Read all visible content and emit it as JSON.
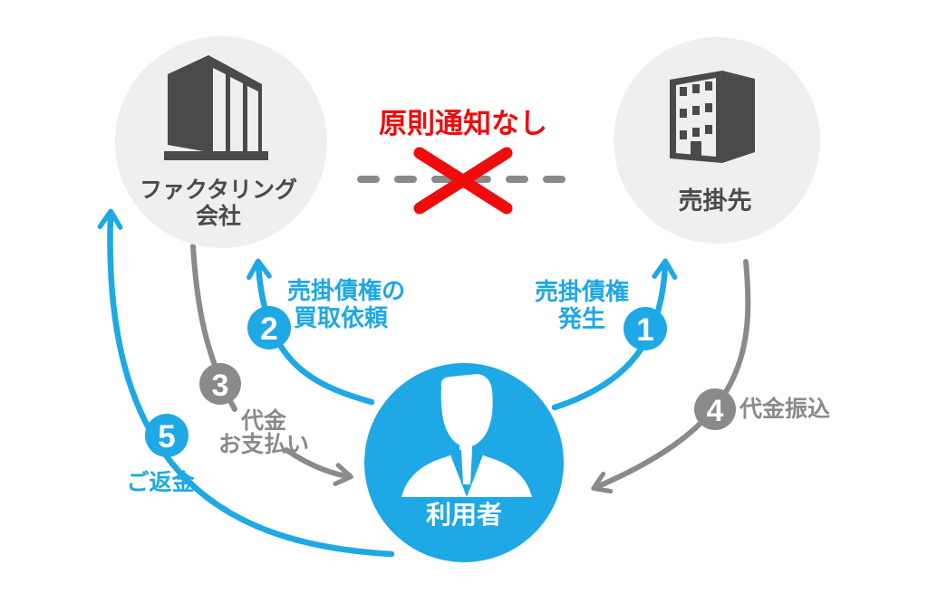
{
  "diagram": {
    "title_meaning": "factoring-flow-diagram",
    "notice": {
      "label": "原則通知なし"
    },
    "nodes": {
      "factoring": {
        "label_line1": "ファクタリング",
        "label_line2": "会社",
        "icon": "office-building-3d-icon"
      },
      "client": {
        "label": "売掛先",
        "icon": "apartment-building-3d-icon"
      },
      "user": {
        "label": "利用者",
        "icon": "businessman-icon"
      }
    },
    "steps": [
      {
        "num": "1",
        "line1": "売掛債権",
        "line2": "発生"
      },
      {
        "num": "2",
        "line1": "売掛債権の",
        "line2": "買取依頼"
      },
      {
        "num": "3",
        "line1": "代金",
        "line2": "お支払い"
      },
      {
        "num": "4",
        "line1": "代金振込"
      },
      {
        "num": "5",
        "line1": "ご返金"
      }
    ],
    "icons": {
      "cross": "x-mark-icon",
      "dashes": "dashed-connection-line"
    },
    "colors": {
      "blue": "#1ea8e5",
      "gray": "#8a8a8a",
      "dark": "#4a4a4a",
      "node_bg": "#efefef",
      "red": "#ee0c0c",
      "white": "#ffffff"
    }
  }
}
